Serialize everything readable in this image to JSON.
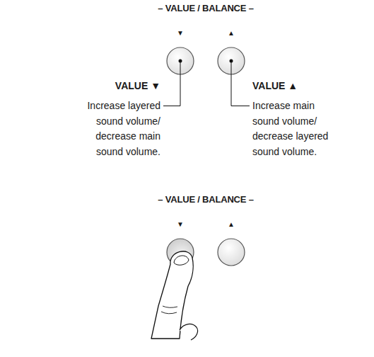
{
  "diagram": {
    "labels": [
      "– VALUE / BALANCE –",
      "▼",
      "▲",
      "VALUE ▼",
      "Increase layered sound volume/ decrease main sound volume.",
      "VALUE ▲",
      "Increase main sound volume/ decrease layered sound volume.",
      "– VALUE / BALANCE –",
      "▼",
      "▲"
    ]
  }
}
